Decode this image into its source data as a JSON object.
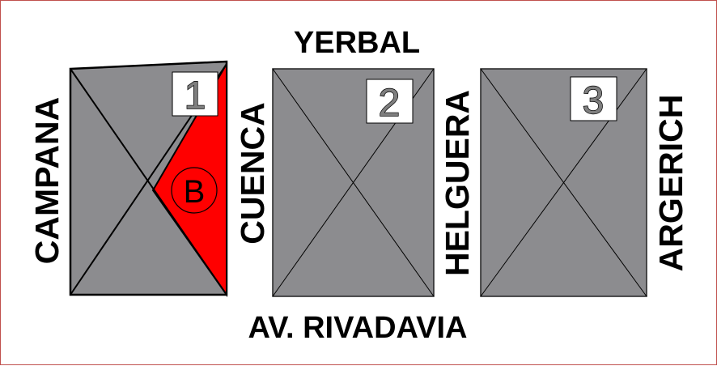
{
  "colors": {
    "block_fill": "#8c8c8f",
    "highlight": "#ff0000",
    "frame": "#c0504d",
    "label_box": "#ffffff"
  },
  "streets": {
    "top": "YERBAL",
    "bottom": "AV. RIVADAVIA",
    "left": "CAMPANA",
    "between_1_2": "CUENCA",
    "between_2_3": "HELGUERA",
    "right": "ARGERICH"
  },
  "blocks": [
    {
      "number": "1"
    },
    {
      "number": "2"
    },
    {
      "number": "3"
    }
  ],
  "highlighted_zone": {
    "label": "B",
    "block": "1"
  }
}
